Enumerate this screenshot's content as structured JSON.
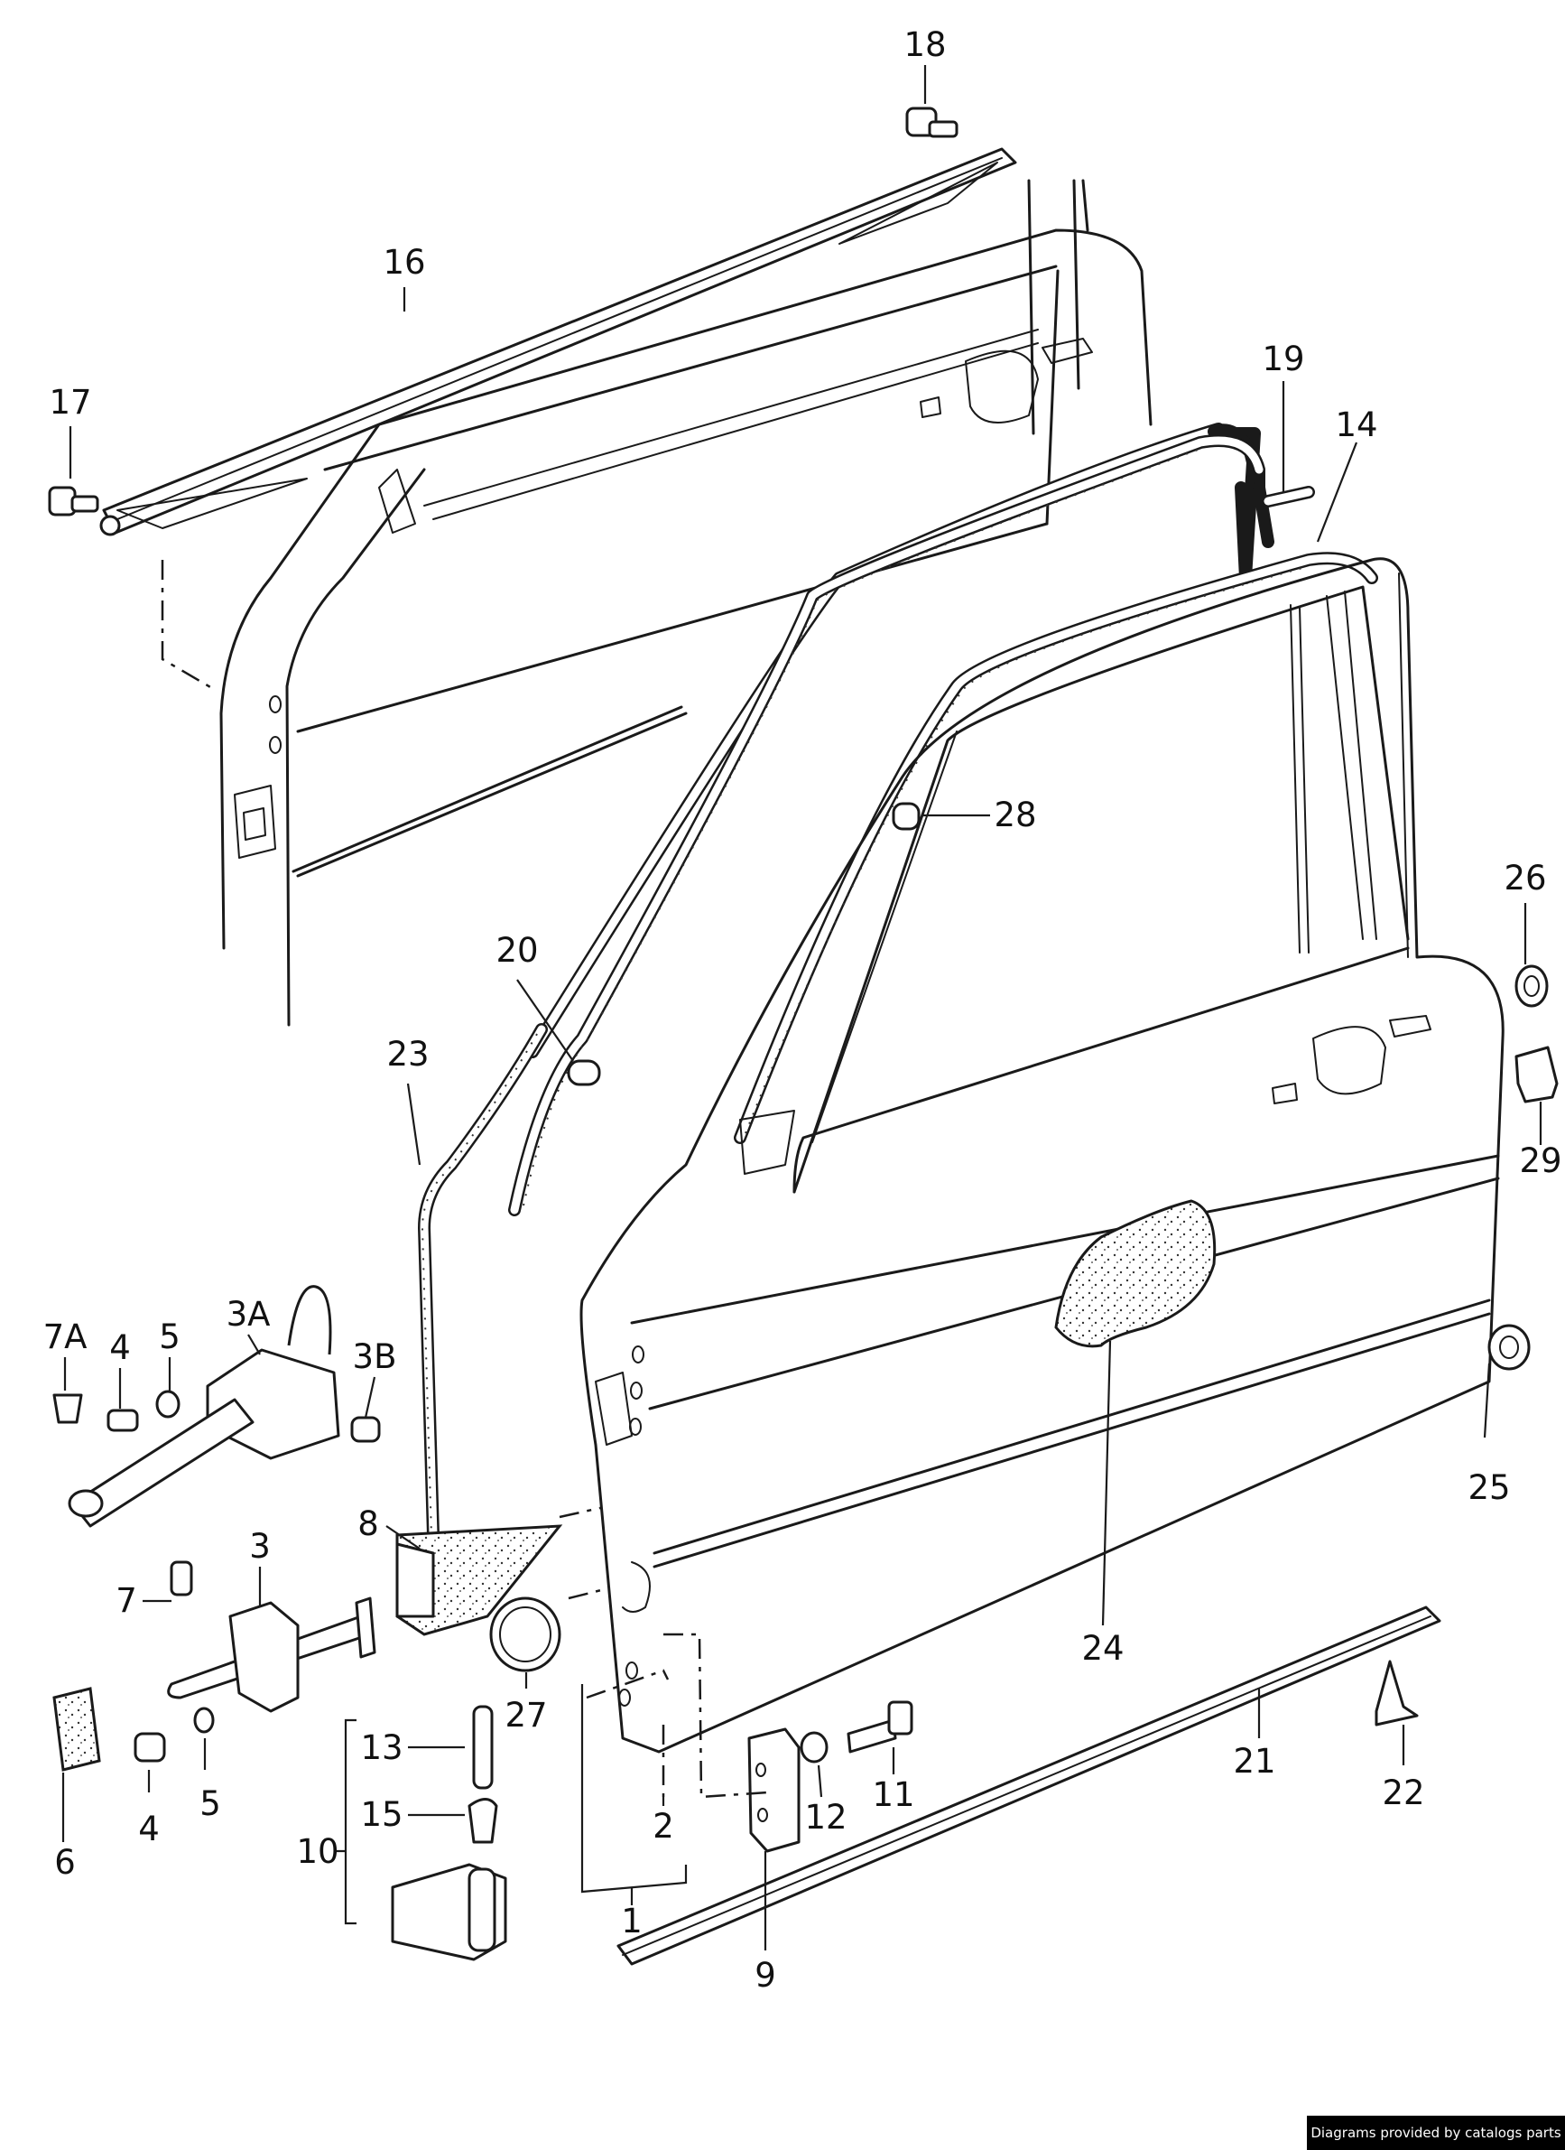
{
  "diagram": {
    "labels": [
      {
        "id": "18",
        "text": "18"
      },
      {
        "id": "16",
        "text": "16"
      },
      {
        "id": "17",
        "text": "17"
      },
      {
        "id": "19",
        "text": "19"
      },
      {
        "id": "14",
        "text": "14"
      },
      {
        "id": "28",
        "text": "28"
      },
      {
        "id": "26",
        "text": "26"
      },
      {
        "id": "20",
        "text": "20"
      },
      {
        "id": "23",
        "text": "23"
      },
      {
        "id": "29",
        "text": "29"
      },
      {
        "id": "7A",
        "text": "7A"
      },
      {
        "id": "4a",
        "text": "4"
      },
      {
        "id": "5a",
        "text": "5"
      },
      {
        "id": "3A",
        "text": "3A"
      },
      {
        "id": "3B",
        "text": "3B"
      },
      {
        "id": "25",
        "text": "25"
      },
      {
        "id": "8",
        "text": "8"
      },
      {
        "id": "3",
        "text": "3"
      },
      {
        "id": "7",
        "text": "7"
      },
      {
        "id": "24",
        "text": "24"
      },
      {
        "id": "27",
        "text": "27"
      },
      {
        "id": "13",
        "text": "13"
      },
      {
        "id": "11",
        "text": "11"
      },
      {
        "id": "21",
        "text": "21"
      },
      {
        "id": "22",
        "text": "22"
      },
      {
        "id": "4b",
        "text": "4"
      },
      {
        "id": "5b",
        "text": "5"
      },
      {
        "id": "15",
        "text": "15"
      },
      {
        "id": "12",
        "text": "12"
      },
      {
        "id": "2",
        "text": "2"
      },
      {
        "id": "6",
        "text": "6"
      },
      {
        "id": "10",
        "text": "10"
      },
      {
        "id": "1",
        "text": "1"
      },
      {
        "id": "9",
        "text": "9"
      }
    ]
  },
  "footer": {
    "text": "Diagrams provided by catalogs parts"
  }
}
